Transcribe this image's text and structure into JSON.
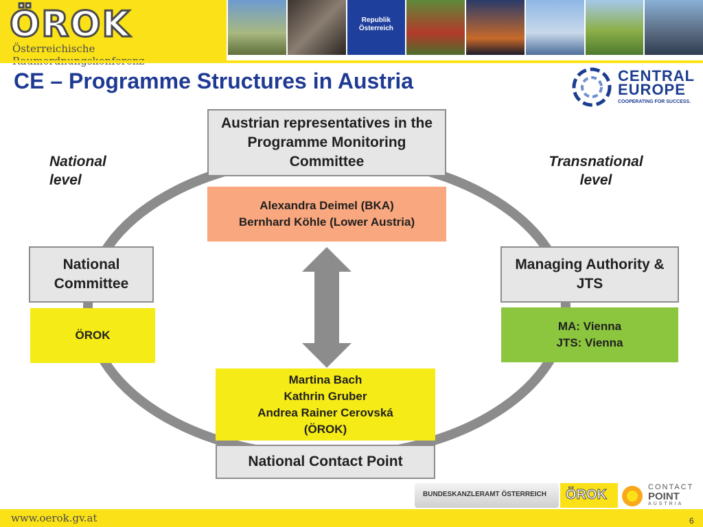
{
  "header": {
    "logo": "ÖROK",
    "logo_sub": "Österreichische Raumordnungskonferenz",
    "flag_text": "Republik Österreich"
  },
  "title": "CE – Programme Structures in Austria",
  "ce_logo": {
    "line1": "CENTRAL",
    "line2": "EUROPE",
    "tagline": "COOPERATING FOR SUCCESS."
  },
  "labels": {
    "national_level": "National level",
    "transnational_level": "Transnational level"
  },
  "boxes": {
    "pmc": {
      "title": "Austrian representatives in the Programme Monitoring Committee",
      "members": [
        "Alexandra Deimel (BKA)",
        "Bernhard Köhle (Lower Austria)"
      ]
    },
    "national_committee": {
      "title": "National Committee",
      "detail": "ÖROK"
    },
    "managing_authority": {
      "title": "Managing Authority & JTS",
      "detail": [
        "MA: Vienna",
        "JTS: Vienna"
      ]
    },
    "ncp": {
      "title": "National Contact Point",
      "members": [
        "Martina Bach",
        "Kathrin Gruber",
        "Andrea Rainer Cerovská",
        "(ÖROK)"
      ]
    }
  },
  "footer": {
    "url": "www.oerok.gv.at",
    "page": "6",
    "logos": {
      "bka": "BUNDESKANZLERAMT ÖSTERREICH",
      "orok": "ÖROK",
      "contact": "CONTACT",
      "point": "POINT",
      "austria": "AUSTRIA"
    }
  },
  "colors": {
    "yellow": "#fbe218",
    "title_blue": "#1f3a93",
    "salmon": "#f9a77e",
    "green": "#8cc63f",
    "note_yellow": "#f5eb16",
    "ring": "#8c8c8c"
  }
}
